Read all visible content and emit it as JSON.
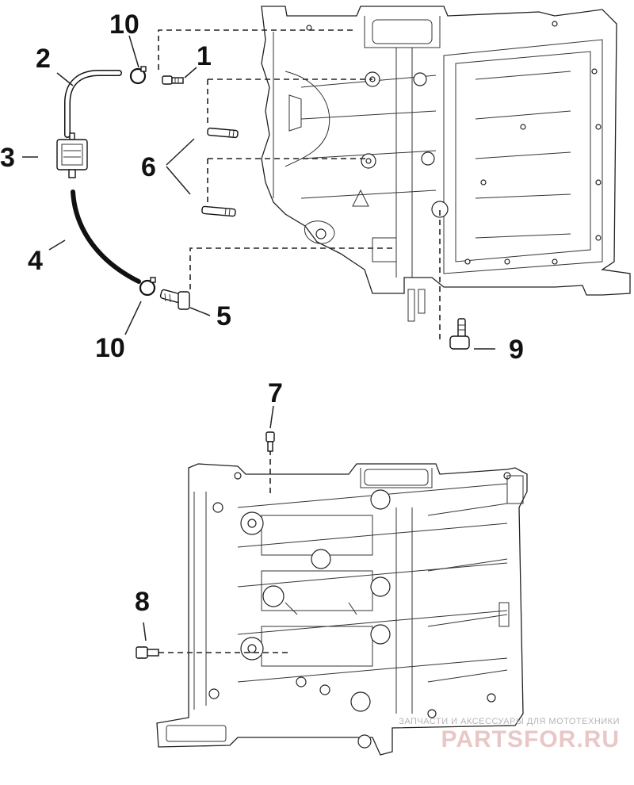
{
  "callouts": {
    "c1": "1",
    "c2": "2",
    "c3": "3",
    "c4": "4",
    "c5": "5",
    "c6": "6",
    "c7": "7",
    "c8": "8",
    "c9": "9",
    "c10a": "10",
    "c10b": "10"
  },
  "watermark": {
    "subtitle": "ЗАПЧАСТИ И АКСЕССУАРЫ ДЛЯ МОТОТЕХНИКИ",
    "logo": "PARTSFOR.RU"
  }
}
